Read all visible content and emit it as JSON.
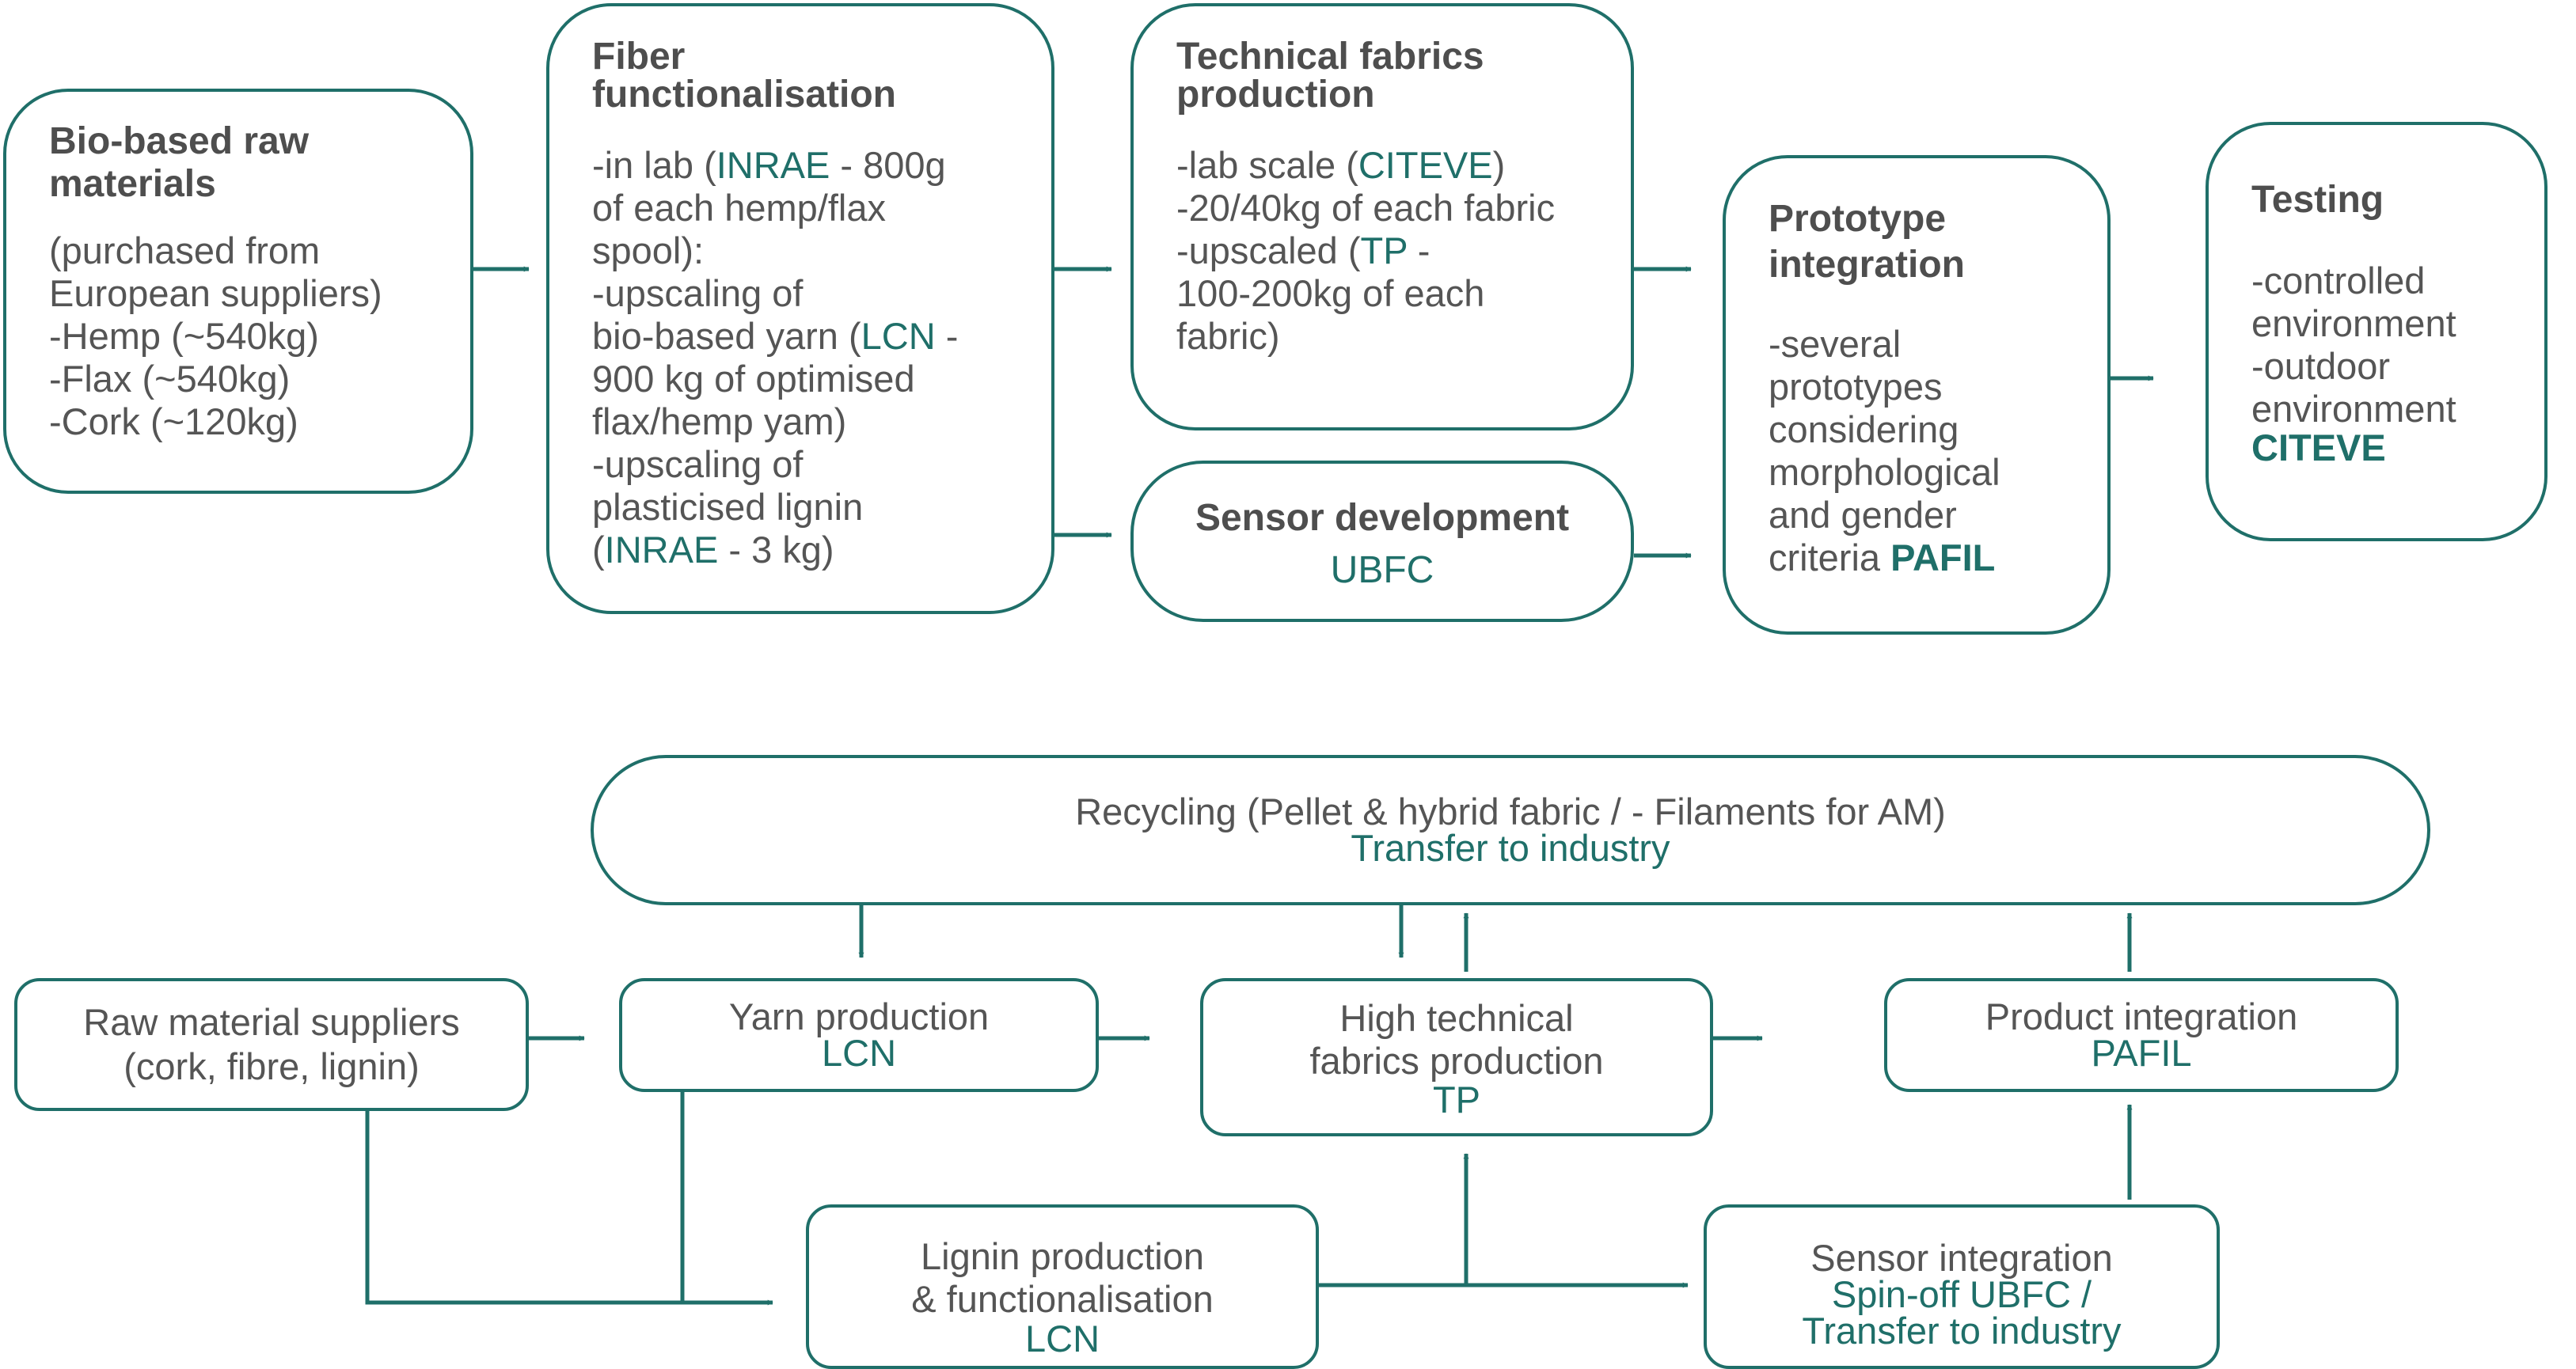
{
  "top": {
    "raw_materials": {
      "title": [
        "Bio-based raw",
        "materials"
      ],
      "lines": [
        "(purchased from",
        "European suppliers)",
        "-Hemp (~540kg)",
        "-Flax (~540kg)",
        "-Cork (~120kg)"
      ]
    },
    "fiber": {
      "title": [
        "Fiber",
        "functionalisation"
      ],
      "l1_a": "-in lab (",
      "l1_org": "INRAE",
      "l1_b": " - 800g",
      "l2": "of each hemp/flax",
      "l3": "spool):",
      "l4": "-upscaling of",
      "l5_a": "bio-based yarn (",
      "l5_org": "LCN",
      "l5_b": " -",
      "l6": "900 kg of optimised",
      "l7": "flax/hemp yam)",
      "l8": "-upscaling of",
      "l9": "plasticised lignin",
      "l10_a": "(",
      "l10_org": "INRAE",
      "l10_b": " - 3 kg)"
    },
    "fabrics": {
      "title": [
        "Technical fabrics",
        "production"
      ],
      "l1_a": "-lab scale (",
      "l1_org": "CITEVE",
      "l1_b": ")",
      "l2": "-20/40kg of each fabric",
      "l3_a": "-upscaled (",
      "l3_org": "TP",
      "l3_b": " -",
      "l4": "100-200kg of each",
      "l5": "fabric)"
    },
    "sensor": {
      "title": "Sensor development",
      "org": "UBFC"
    },
    "prototype": {
      "title": [
        "Prototype",
        "integration"
      ],
      "lines": [
        "-several",
        "prototypes",
        "considering",
        "morphological",
        "and gender"
      ],
      "last_a": "criteria ",
      "last_org": "PAFIL"
    },
    "testing": {
      "title": "Testing",
      "lines": [
        "-controlled",
        "environment",
        "-outdoor",
        "environment"
      ],
      "org": "CITEVE"
    }
  },
  "bottom": {
    "recycling": {
      "text": "Recycling (Pellet & hybrid fabric / - Filaments for AM)",
      "org": "Transfer to industry"
    },
    "suppliers": {
      "lines": [
        "Raw material suppliers",
        "(cork, fibre, lignin)"
      ]
    },
    "yarn": {
      "text": "Yarn production",
      "org": "LCN"
    },
    "high_tech": {
      "lines": [
        "High technical",
        "fabrics production"
      ],
      "org": "TP"
    },
    "product": {
      "text": "Product integration",
      "org": "PAFIL"
    },
    "lignin": {
      "lines": [
        "Lignin production",
        "& functionalisation"
      ],
      "org": "LCN"
    },
    "sensor_int": {
      "text": "Sensor integration",
      "org_lines": [
        "Spin-off UBFC /",
        "Transfer to industry"
      ]
    }
  },
  "colors": {
    "accent": "#1f6f69",
    "text": "#555555"
  }
}
